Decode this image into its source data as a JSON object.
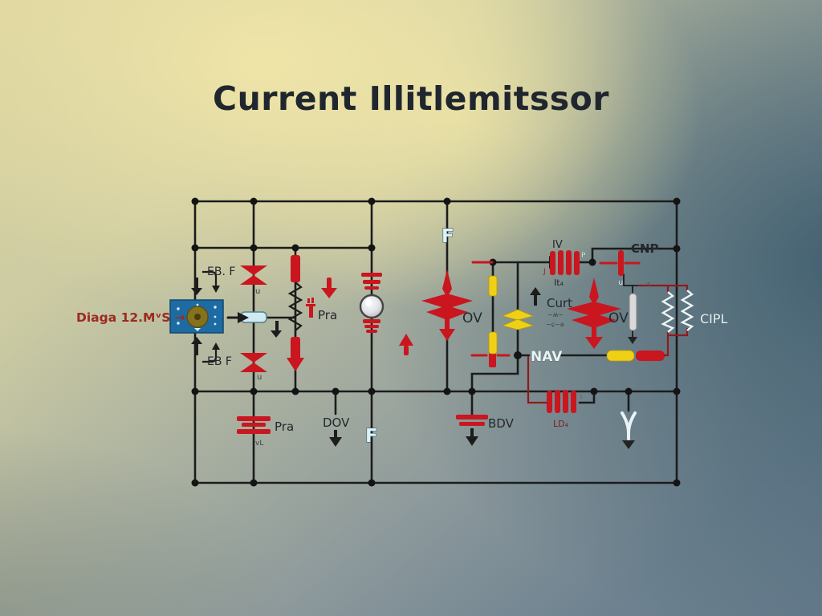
{
  "title": "Current Illitlemitssor",
  "circuit": {
    "source_label": "Diaga 12.MᵛS →",
    "labels": {
      "eb_top": "EB. F",
      "eb_bottom": "EB F",
      "u_top": "u",
      "u_bottom": "u",
      "u_right": "u",
      "pra_mid": "Pra",
      "pra_bottom": "Pra",
      "vl": "vL",
      "dov": "DOV",
      "bdv": "BDV",
      "f_mid": "F",
      "f_bottom": "F",
      "ov_left": "OV",
      "ov_right": "OV",
      "iv": "IV",
      "it4": "It₄",
      "j": "J",
      "p": "P",
      "curt": "Curt",
      "curt_note1": "~ʍ~",
      "curt_note2": "~ɕ~a",
      "nav": "NAV",
      "cnp": "CNP",
      "cipl": "CIPL",
      "ld4": "LD₄",
      "s_right": "s",
      "s_bottom": "s"
    },
    "colors": {
      "wire": "#1c1c1c",
      "component_red": "#c9161f",
      "dark_red_wire": "#8f1a1a",
      "component_yellow": "#f0d015",
      "box_blue": "#1e6ba4",
      "pale_cyan": "#d9f3f8",
      "label_dark": "#23282e",
      "label_light": "#eaf4f4",
      "label_red": "#9c2a20"
    }
  }
}
